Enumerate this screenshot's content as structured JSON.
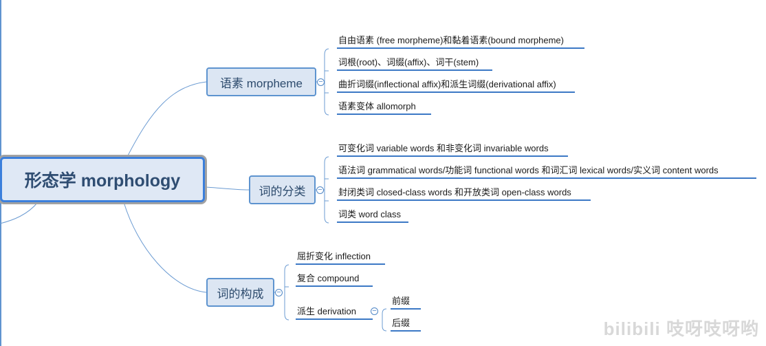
{
  "root": {
    "label": "形态学 morphology"
  },
  "topics": [
    {
      "label": "语素 morpheme",
      "collapse_symbol": "−",
      "children": [
        "自由语素 (free morpheme)和黏着语素(bound morpheme)",
        "词根(root)、词缀(affix)、词干(stem)",
        "曲折词缀(inflectional affix)和派生词缀(derivational affix)",
        "语素变体 allomorph"
      ]
    },
    {
      "label": "词的分类",
      "collapse_symbol": "−",
      "children": [
        "可变化词 variable words 和非变化词 invariable words",
        "语法词 grammatical words/功能词 functional words 和词汇词 lexical words/实义词 content words",
        "封闭类词 closed-class words 和开放类词 open-class words",
        "词类 word class"
      ]
    },
    {
      "label": "词的构成",
      "collapse_symbol": "−",
      "children": [
        {
          "label": "屈折变化 inflection"
        },
        {
          "label": "复合 compound"
        },
        {
          "label": "派生 derivation",
          "collapse_symbol": "−",
          "children": [
            "前缀",
            "后缀"
          ]
        }
      ]
    }
  ],
  "watermark": "bilibili 吱呀吱呀哟",
  "colors": {
    "line": "#5d93cf",
    "underline": "#3b78c5",
    "topic_fill": "#dce6f3",
    "root_border": "#3b7fdc"
  }
}
